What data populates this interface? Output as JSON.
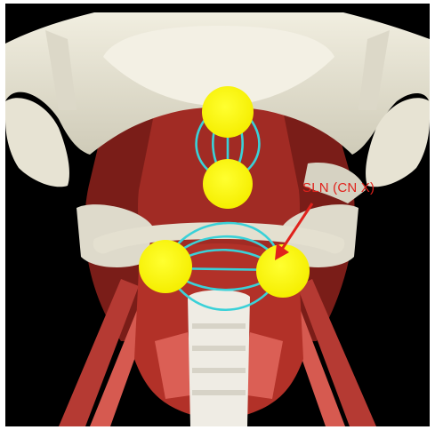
{
  "annotation": {
    "label": "SLN (CN X)",
    "label_color": "#e0221c",
    "arrow_color": "#e0221c"
  },
  "colors": {
    "background": "#000000",
    "bone": "#e9e6d6",
    "muscle": "#b8302a",
    "node_fill": "#ffff00",
    "connection_stroke": "#3ad1d8"
  },
  "nodes": [
    {
      "id": "node-top"
    },
    {
      "id": "node-middle"
    },
    {
      "id": "node-left"
    },
    {
      "id": "node-right"
    }
  ]
}
